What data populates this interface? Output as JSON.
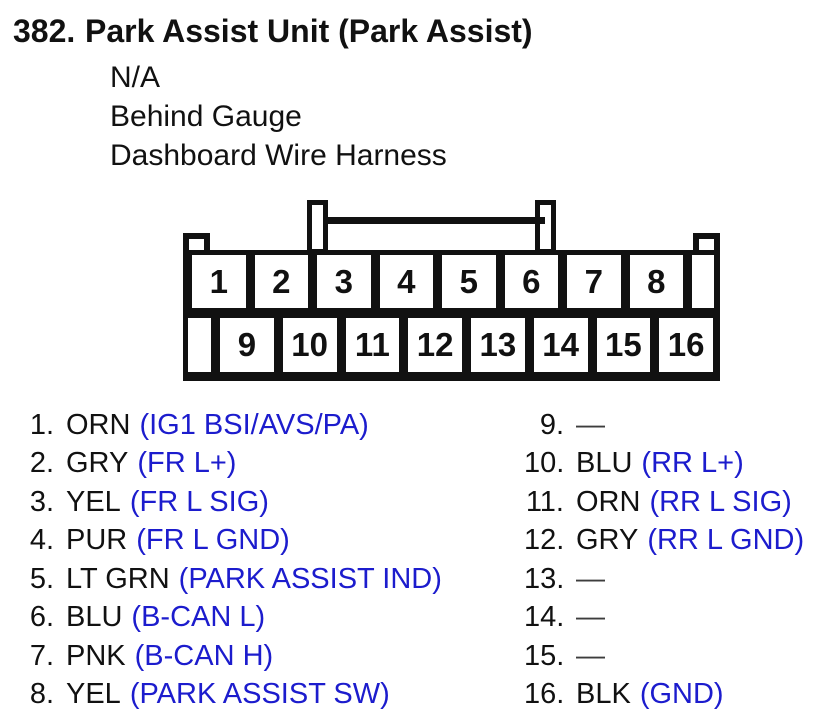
{
  "page": {
    "number": "382.",
    "title": "Park Assist Unit (Park Assist)",
    "location": "N/A",
    "mount": "Behind Gauge",
    "harness": "Dashboard Wire Harness"
  },
  "connector": {
    "top_row": [
      "1",
      "2",
      "3",
      "4",
      "5",
      "6",
      "7",
      "8"
    ],
    "bottom_row": [
      "9",
      "10",
      "11",
      "12",
      "13",
      "14",
      "15",
      "16"
    ]
  },
  "pin_list": {
    "left": [
      {
        "num": "1.",
        "wire": "ORN",
        "signal": "(IG1 BSI/AVS/PA)"
      },
      {
        "num": "2.",
        "wire": "GRY",
        "signal": "(FR L+)"
      },
      {
        "num": "3.",
        "wire": "YEL",
        "signal": "(FR L SIG)"
      },
      {
        "num": "4.",
        "wire": "PUR",
        "signal": "(FR L GND)"
      },
      {
        "num": "5.",
        "wire": "LT GRN",
        "signal": "(PARK ASSIST IND)"
      },
      {
        "num": "6.",
        "wire": "BLU",
        "signal": "(B-CAN L)"
      },
      {
        "num": "7.",
        "wire": "PNK",
        "signal": "(B-CAN H)"
      },
      {
        "num": "8.",
        "wire": "YEL",
        "signal": "(PARK ASSIST SW)"
      }
    ],
    "right": [
      {
        "num": "9.",
        "wire": "—",
        "signal": ""
      },
      {
        "num": "10.",
        "wire": "BLU",
        "signal": "(RR L+)"
      },
      {
        "num": "11.",
        "wire": "ORN",
        "signal": "(RR L SIG)"
      },
      {
        "num": "12.",
        "wire": "GRY",
        "signal": "(RR L GND)"
      },
      {
        "num": "13.",
        "wire": "—",
        "signal": ""
      },
      {
        "num": "14.",
        "wire": "—",
        "signal": ""
      },
      {
        "num": "15.",
        "wire": "—",
        "signal": ""
      },
      {
        "num": "16.",
        "wire": "BLK",
        "signal": "(GND)"
      }
    ]
  },
  "colors": {
    "signal_blue": "#1c1ccd",
    "text_black": "#111111"
  }
}
